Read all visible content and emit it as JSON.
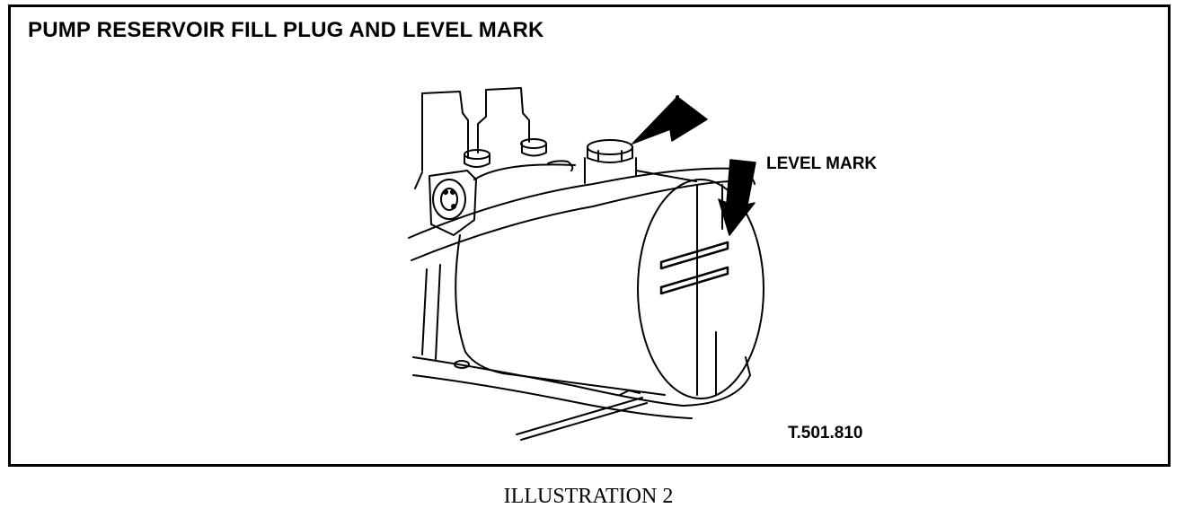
{
  "figure": {
    "title": "PUMP RESERVOIR FILL PLUG AND LEVEL MARK",
    "callout_label": "LEVEL MARK",
    "reference_code": "T.501.810",
    "caption": "ILLUSTRATION 2"
  }
}
